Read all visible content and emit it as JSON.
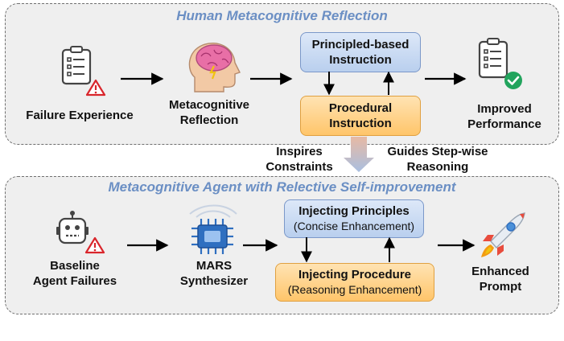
{
  "top": {
    "title": "Human Metacognitive Reflection",
    "failure_label": "Failure Experience",
    "reflection_label_1": "Metacognitive",
    "reflection_label_2": "Reflection",
    "principle_box_1": "Principled-based",
    "principle_box_2": "Instruction",
    "procedural_box_1": "Procedural",
    "procedural_box_2": "Instruction",
    "improved_label_1": "Improved",
    "improved_label_2": "Performance"
  },
  "middle": {
    "inspires_1": "Inspires",
    "inspires_2": "Constraints",
    "guides_1": "Guides Step-wise",
    "guides_2": "Reasoning"
  },
  "bottom": {
    "title": "Metacognitive Agent with Relective Self-improvement",
    "baseline_label_1": "Baseline",
    "baseline_label_2": "Agent Failures",
    "mars_label_1": "MARS",
    "mars_label_2": "Synthesizer",
    "principles_box_title": "Injecting Principles",
    "principles_box_sub": "(Concise Enhancement)",
    "procedure_box_title": "Injecting Procedure",
    "procedure_box_sub": "(Reasoning Enhancement)",
    "enhanced_label_1": "Enhanced",
    "enhanced_label_2": "Prompt"
  }
}
